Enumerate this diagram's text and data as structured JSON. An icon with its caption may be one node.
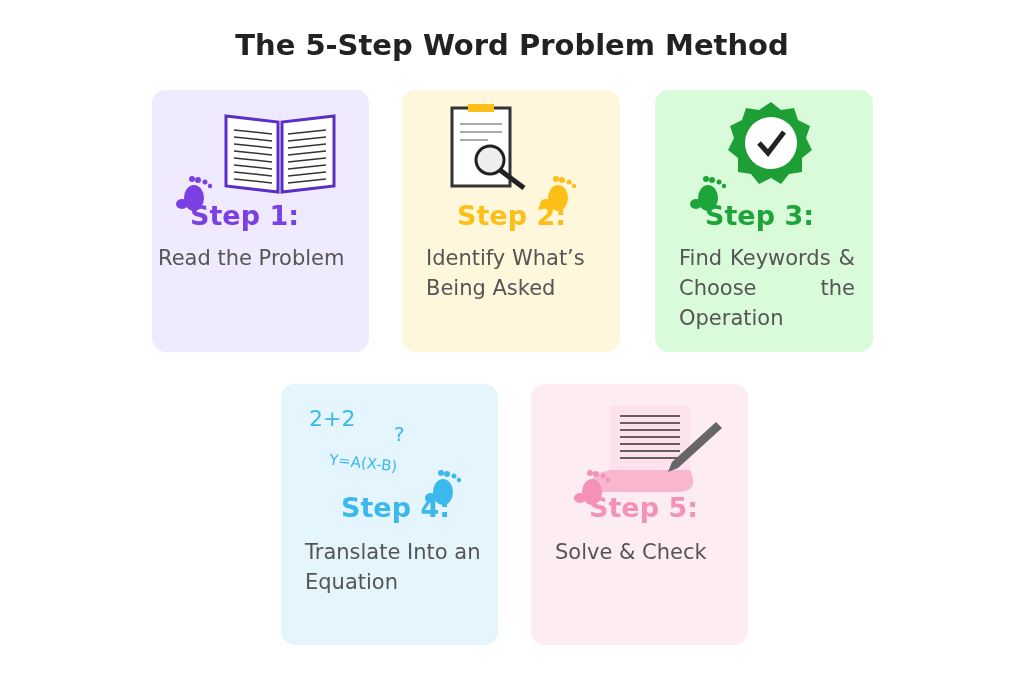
{
  "diagram": {
    "title": "The 5-Step Word Problem Method",
    "nodes": [
      {
        "text": [
          "Step 1:",
          "Read the Problem"
        ]
      },
      {
        "text": [
          "Step 2:",
          "Identify What’s Being Asked"
        ]
      },
      {
        "text": [
          "Step 3:",
          "Find Keywords & Choose the Operation"
        ]
      },
      {
        "text": [
          "2+2",
          "?",
          "Y=A(X-B)",
          "Step 4:",
          "Translate Into an Equation"
        ]
      },
      {
        "text": [
          "Step 5:",
          "Solve & Check"
        ]
      }
    ]
  }
}
